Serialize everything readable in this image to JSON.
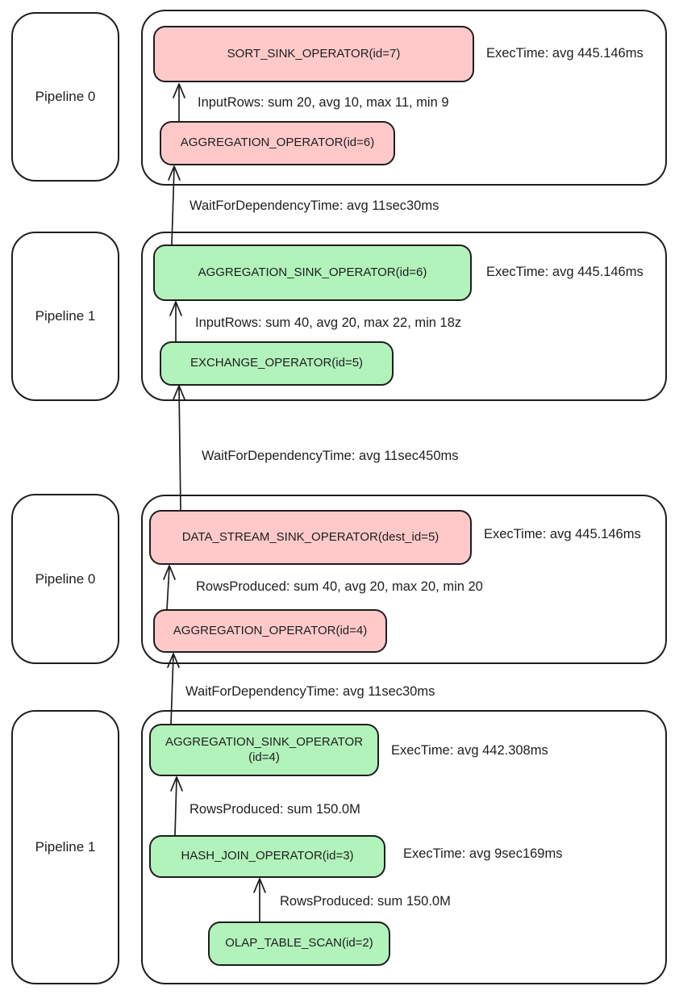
{
  "colors": {
    "operator_red": "#ffc9c9",
    "operator_green": "#b2f2bb",
    "stroke": "#1e1e1e",
    "background": "#ffffff"
  },
  "pipelines": [
    {
      "label": "Pipeline 0"
    },
    {
      "label": "Pipeline 1"
    },
    {
      "label": "Pipeline 0"
    },
    {
      "label": "Pipeline 1"
    }
  ],
  "groups": [
    {
      "operators": [
        {
          "label": "SORT_SINK_OPERATOR(id=7)",
          "fill": "#ffc9c9"
        },
        {
          "label": "AGGREGATION_OPERATOR(id=6)",
          "fill": "#ffc9c9"
        }
      ],
      "exec_time": "ExecTime: avg 445.146ms",
      "edge_label": "InputRows: sum 20, avg 10, max 11, min 9"
    },
    {
      "operators": [
        {
          "label": "AGGREGATION_SINK_OPERATOR(id=6)",
          "fill": "#b2f2bb"
        },
        {
          "label": "EXCHANGE_OPERATOR(id=5)",
          "fill": "#b2f2bb"
        }
      ],
      "exec_time": "ExecTime: avg 445.146ms",
      "edge_label": "InputRows: sum 40, avg 20, max 22, min 18z"
    },
    {
      "operators": [
        {
          "label": "DATA_STREAM_SINK_OPERATOR(dest_id=5)",
          "fill": "#ffc9c9"
        },
        {
          "label": "AGGREGATION_OPERATOR(id=4)",
          "fill": "#ffc9c9"
        }
      ],
      "exec_time": "ExecTime: avg 445.146ms",
      "edge_label": "RowsProduced: sum 40, avg 20, max 20, min 20"
    },
    {
      "operators": [
        {
          "label": "AGGREGATION_SINK_OPERATOR (id=4)",
          "fill": "#b2f2bb"
        },
        {
          "label": "HASH_JOIN_OPERATOR(id=3)",
          "fill": "#b2f2bb"
        },
        {
          "label": "OLAP_TABLE_SCAN(id=2)",
          "fill": "#b2f2bb"
        }
      ],
      "exec_time": "ExecTime: avg 442.308ms",
      "exec_time_2": "ExecTime: avg 9sec169ms",
      "edge_label": "RowsProduced: sum 150.0M",
      "edge_label_2": "RowsProduced: sum 150.0M"
    }
  ],
  "wait_labels": [
    {
      "text": "WaitForDependencyTime: avg 11sec30ms"
    },
    {
      "text": "WaitForDependencyTime: avg 11sec450ms"
    },
    {
      "text": "WaitForDependencyTime: avg 11sec30ms"
    }
  ]
}
